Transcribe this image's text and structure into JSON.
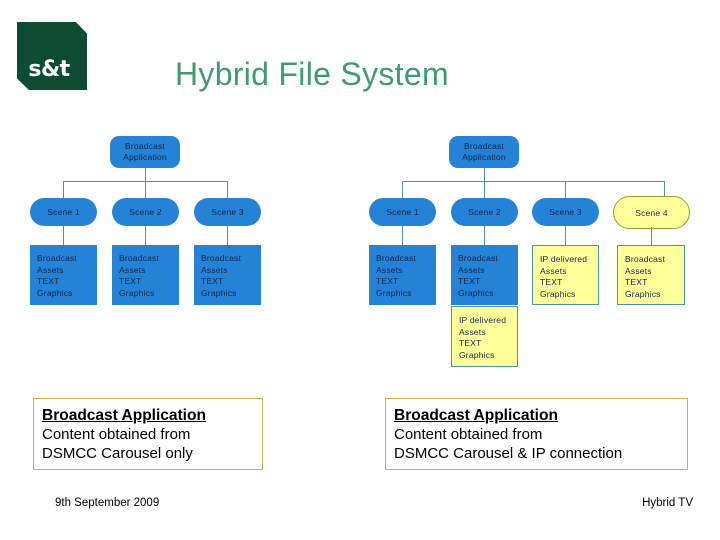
{
  "brand": {
    "logo_text": "s&t",
    "logo_color": "#0d4c33"
  },
  "title": "Hybrid File System",
  "title_color": "#3f9b6d",
  "palette": {
    "broadcast_blue": "#2483d6",
    "ip_yellow": "#ffff99",
    "connector_blue": "#4a8fc2",
    "callout_border": "#d5ab52"
  },
  "diagrams": [
    {
      "id": "broadcast-only",
      "root": {
        "line1": "Broadcast",
        "line2": "Application"
      },
      "scenes": [
        {
          "label": "Scene 1",
          "kind": "broadcast",
          "assets": [
            {
              "kind": "broadcast",
              "lines": [
                "Broadcast",
                "Assets",
                "TEXT",
                "Graphics"
              ]
            }
          ]
        },
        {
          "label": "Scene 2",
          "kind": "broadcast",
          "assets": [
            {
              "kind": "broadcast",
              "lines": [
                "Broadcast",
                "Assets",
                "TEXT",
                "Graphics"
              ]
            }
          ]
        },
        {
          "label": "Scene 3",
          "kind": "broadcast",
          "assets": [
            {
              "kind": "broadcast",
              "lines": [
                "Broadcast",
                "Assets",
                "TEXT",
                "Graphics"
              ]
            }
          ]
        }
      ],
      "callout": {
        "heading": "Broadcast Application",
        "line1": "Content obtained from",
        "line2": "DSMCC Carousel only"
      }
    },
    {
      "id": "hybrid",
      "root": {
        "line1": "Broadcast",
        "line2": "Application"
      },
      "scenes": [
        {
          "label": "Scene 1",
          "kind": "broadcast",
          "assets": [
            {
              "kind": "broadcast",
              "lines": [
                "Broadcast",
                "Assets",
                "TEXT",
                "Graphics"
              ]
            }
          ]
        },
        {
          "label": "Scene 2",
          "kind": "broadcast",
          "assets": [
            {
              "kind": "broadcast",
              "lines": [
                "Broadcast",
                "Assets",
                "TEXT",
                "Graphics"
              ]
            },
            {
              "kind": "ip",
              "lines": [
                "IP delivered",
                "Assets",
                "TEXT",
                "Graphics"
              ]
            }
          ]
        },
        {
          "label": "Scene 3",
          "kind": "broadcast",
          "assets": [
            {
              "kind": "ip",
              "lines": [
                "IP delivered",
                "Assets",
                "TEXT",
                "Graphics"
              ]
            }
          ]
        },
        {
          "label": "Scene 4",
          "kind": "ip",
          "assets": [
            {
              "kind": "ip",
              "lines": [
                "Broadcast",
                "Assets",
                "TEXT",
                "Graphics"
              ]
            }
          ]
        }
      ],
      "callout": {
        "heading": "Broadcast Application",
        "line1": "Content obtained from",
        "line2": "DSMCC Carousel & IP connection"
      }
    }
  ],
  "footer": {
    "date": "9th September 2009",
    "label": "Hybrid TV"
  }
}
